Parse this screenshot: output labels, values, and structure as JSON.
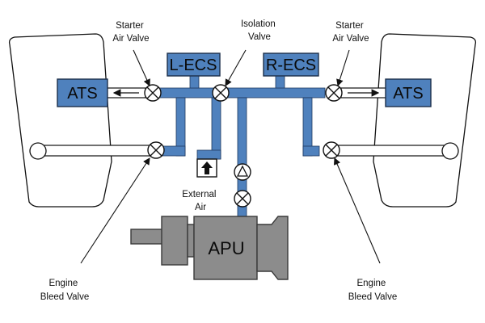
{
  "labels": {
    "l_ecs": "L-ECS",
    "r_ecs": "R-ECS",
    "ats_left": "ATS",
    "ats_right": "ATS",
    "apu": "APU",
    "starter_air_valve_left": [
      "Starter",
      "Air Valve"
    ],
    "starter_air_valve_right": [
      "Starter",
      "Air Valve"
    ],
    "isolation_valve": [
      "Isolation",
      "Valve"
    ],
    "external_air": [
      "External",
      "Air"
    ],
    "engine_bleed_valve_left": [
      "Engine",
      "Bleed Valve"
    ],
    "engine_bleed_valve_right": [
      "Engine",
      "Bleed Valve"
    ]
  },
  "colors": {
    "duct": "#4f81bd",
    "duct_outline": "#1f3a5f",
    "box_fill": "#4f81bd",
    "box_stroke": "#1c2f4a",
    "apu_fill": "#8c8c8c",
    "apu_stroke": "#3a3a3a",
    "line": "#111111"
  }
}
